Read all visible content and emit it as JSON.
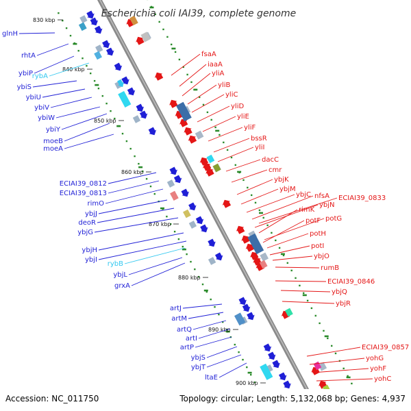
{
  "title": "Escherichia coli IAI39, complete genome",
  "footer": {
    "accession": "Accession: NC_011750",
    "topology": "Topology: circular; Length: 5,132,068 bp; Genes: 4,937"
  },
  "colors": {
    "left_gene": "#1f1fd6",
    "right_gene": "#e41616",
    "rna_gene": "#32c8f0",
    "backbone": "#8c8c8c",
    "tick_dot": "#2a8a2a"
  },
  "kbp_ticks": [
    "830 kbp",
    "840 kbp",
    "850 kbp",
    "860 kbp",
    "870 kbp",
    "880 kbp",
    "890 kbp",
    "900 kbp"
  ],
  "left_labels": [
    {
      "text": "glnH",
      "type": "cds"
    },
    {
      "text": "rhtA",
      "type": "cds"
    },
    {
      "text": "ybiP",
      "type": "cds"
    },
    {
      "text": "rybA",
      "type": "rna"
    },
    {
      "text": "ybiS",
      "type": "cds"
    },
    {
      "text": "ybiU",
      "type": "cds"
    },
    {
      "text": "ybiV",
      "type": "cds"
    },
    {
      "text": "ybiW",
      "type": "cds"
    },
    {
      "text": "ybiY",
      "type": "cds"
    },
    {
      "text": "moeB",
      "type": "cds"
    },
    {
      "text": "moeA",
      "type": "cds"
    },
    {
      "text": "ECIAI39_0812",
      "type": "cds"
    },
    {
      "text": "ECIAI39_0813",
      "type": "cds"
    },
    {
      "text": "rimO",
      "type": "cds"
    },
    {
      "text": "ybjJ",
      "type": "cds"
    },
    {
      "text": "deoR",
      "type": "cds"
    },
    {
      "text": "ybjG",
      "type": "cds"
    },
    {
      "text": "ybjH",
      "type": "cds"
    },
    {
      "text": "ybjI",
      "type": "cds"
    },
    {
      "text": "rybB",
      "type": "rna"
    },
    {
      "text": "ybjL",
      "type": "cds"
    },
    {
      "text": "grxA",
      "type": "cds"
    },
    {
      "text": "artJ",
      "type": "cds"
    },
    {
      "text": "artM",
      "type": "cds"
    },
    {
      "text": "artQ",
      "type": "cds"
    },
    {
      "text": "artI",
      "type": "cds"
    },
    {
      "text": "artP",
      "type": "cds"
    },
    {
      "text": "ybjS",
      "type": "cds"
    },
    {
      "text": "ybjT",
      "type": "cds"
    },
    {
      "text": "ltaE",
      "type": "cds"
    }
  ],
  "right_labels": [
    "fsaA",
    "iaaA",
    "yliA",
    "yliB",
    "yliC",
    "yliD",
    "yliE",
    "yliF",
    "bssR",
    "yliI",
    "dacC",
    "cmr",
    "ybjK",
    "ybjM",
    "ybjC",
    "nfsA",
    "ECIAI39_0833",
    "ybjN",
    "rimK",
    "potG",
    "potF",
    "potH",
    "potI",
    "ybjO",
    "rumB",
    "ECIAI39_0846",
    "ybjQ",
    "ybjR",
    "ECIAI39_0857",
    "yohG",
    "yohF",
    "yohC"
  ]
}
